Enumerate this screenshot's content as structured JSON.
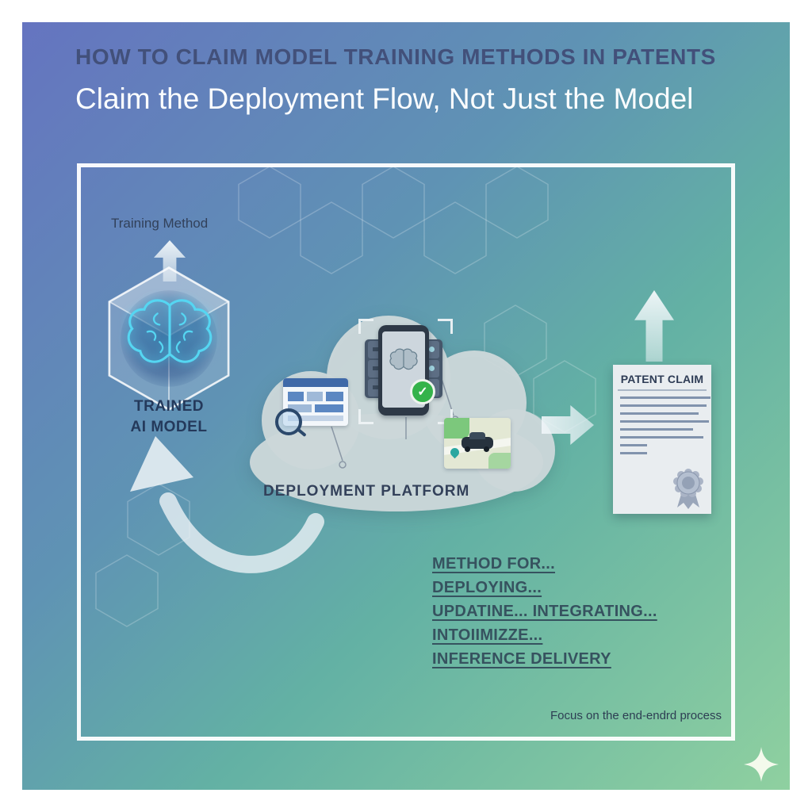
{
  "header": {
    "title": "HOW TO CLAIM MODEL TRAINING METHODS IN PATENTS",
    "subtitle": "Claim the Deployment Flow, Not Just the Model"
  },
  "diagram": {
    "training_method_label": "Training Method",
    "trained_model": {
      "line1": "TRAINED",
      "line2": "AI MODEL"
    },
    "cloud_label": "DEPLOYMENT PLATFORM",
    "patent_doc_title": "PATENT CLAIM",
    "claim_lines": [
      "METHOD FOR...",
      "DEPLOYING...",
      "UPDATINE... INTEGRATING...",
      "INTOIIMIZZE...",
      "INFERENCE DELIVERY"
    ],
    "footnote": "Focus on the end-endrd process"
  },
  "icons": {
    "check_glyph": "✓",
    "brain_icon": "glowing-brain-in-cube",
    "cloud_icon": "deployment-cloud",
    "seal_icon": "award-ribbon-seal",
    "sparkle_icon": "four-point-star"
  },
  "colors": {
    "bg_gradient_start": "#6574c0",
    "bg_gradient_end": "#8fd0a0",
    "title_color": "#42507a",
    "subtitle_color": "#fbfdfe",
    "dark_text": "#2d3e53",
    "claim_text": "#36525f",
    "cloud_fill": "#ccd7da",
    "brain_cyan": "#55d6f2",
    "check_green": "#34b34a",
    "doc_line_blue": "#8193ad"
  }
}
